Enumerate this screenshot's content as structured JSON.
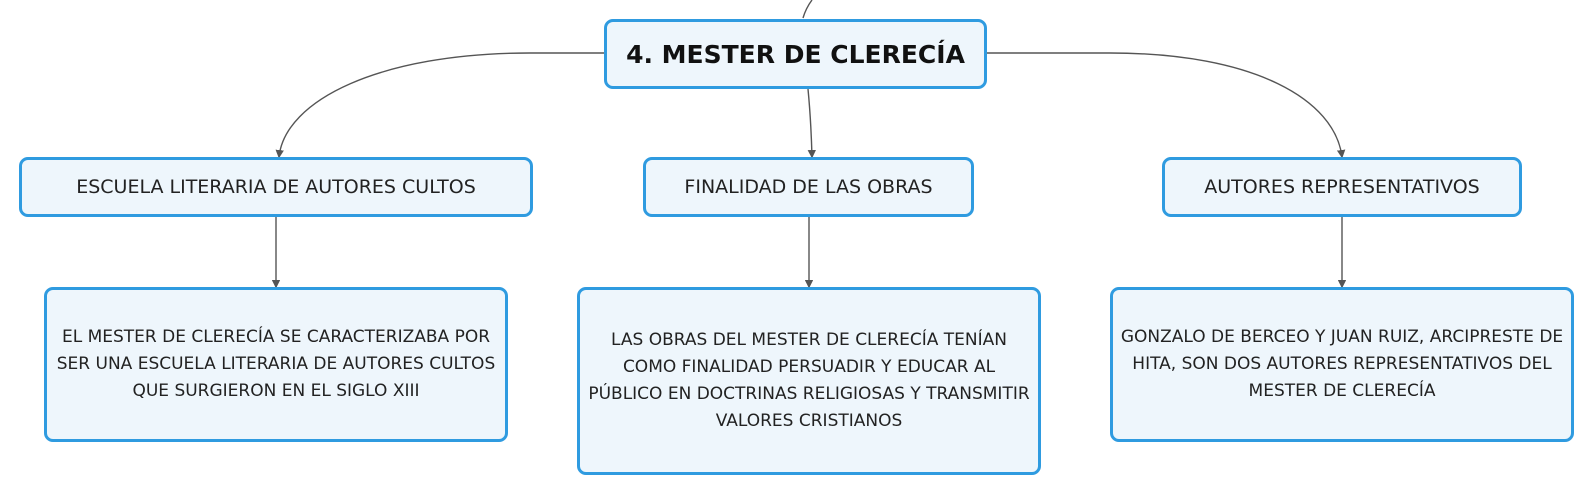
{
  "colors": {
    "node_border": "#2f9be0",
    "node_fill": "#eef6fc",
    "connector": "#555555"
  },
  "root": {
    "label": "4. MESTER DE CLERECÍA"
  },
  "branches": [
    {
      "label": "ESCUELA LITERARIA DE AUTORES CULTOS",
      "detail": "EL MESTER DE CLERECÍA SE CARACTERIZABA POR SER UNA ESCUELA LITERARIA DE AUTORES CULTOS QUE SURGIERON EN EL SIGLO XIII"
    },
    {
      "label": "FINALIDAD DE LAS OBRAS",
      "detail": "LAS OBRAS DEL MESTER DE CLERECÍA TENÍAN COMO FINALIDAD PERSUADIR Y EDUCAR AL PÚBLICO EN DOCTRINAS RELIGIOSAS Y TRANSMITIR VALORES CRISTIANOS"
    },
    {
      "label": "AUTORES REPRESENTATIVOS",
      "detail": "GONZALO DE BERCEO Y JUAN RUIZ, ARCIPRESTE DE HITA, SON DOS AUTORES REPRESENTATIVOS DEL MESTER DE CLERECÍA"
    }
  ]
}
